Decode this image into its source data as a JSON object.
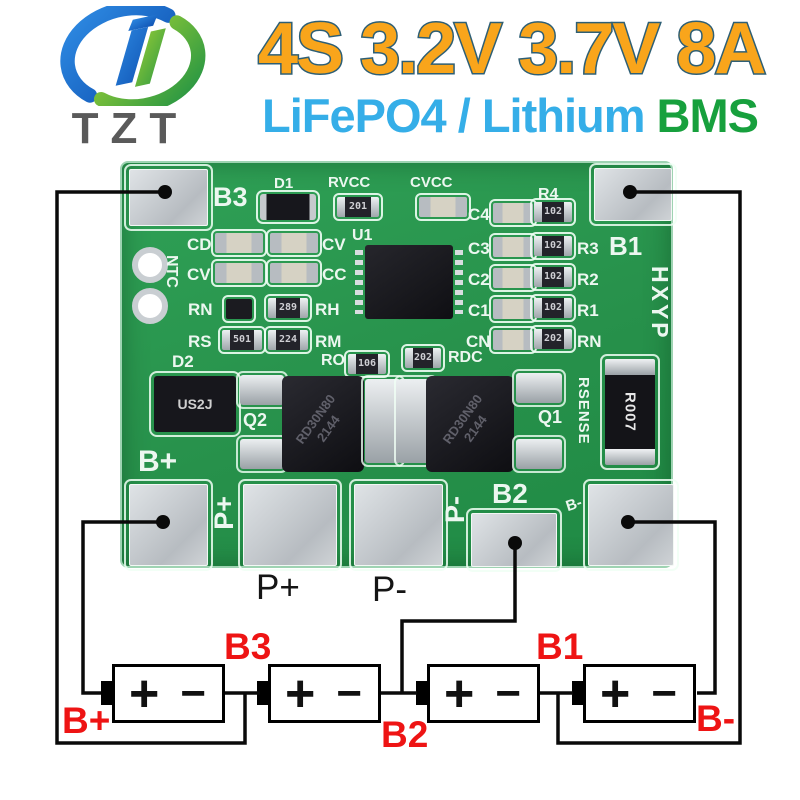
{
  "header": {
    "logo_text": "TZT",
    "title_line1": "4S 3.2V 3.7V 8A",
    "title_line2_blue": "LiFePO4 / Lithium",
    "title_line2_green": "BMS",
    "colors": {
      "title_fill": "#F9A51B",
      "title_stroke": "#2E5F75",
      "blue": "#35AEE8",
      "green": "#17A03D",
      "red": "#EE1414",
      "pcb_green": "#27914B"
    }
  },
  "board": {
    "silkscreen": {
      "b3": "B3",
      "b1": "B1",
      "b2": "B2",
      "b_plus": "B+",
      "b_minus": "B-",
      "p_plus": "P+",
      "p_minus": "P-",
      "ntc": "NTC",
      "hxyp": "HXYP",
      "u1": "U1",
      "d1": "D1",
      "d2": "D2",
      "q1": "Q1",
      "q2": "Q2",
      "rvcc": "RVCC",
      "cvcc": "CVCC",
      "rsense": "RSENSE",
      "rdc": "RDC",
      "ro": "RO",
      "rn_left": "RN",
      "rh": "RH",
      "rs": "RS",
      "rm": "RM",
      "cd": "CD",
      "cv_a": "CV",
      "cv_b": "CV",
      "cc": "CC"
    },
    "right_rows": [
      {
        "cap": "C4",
        "res_label": "R4",
        "code": "102"
      },
      {
        "cap": "C3",
        "res_label": "R3",
        "code": "102"
      },
      {
        "cap": "C2",
        "res_label": "R2",
        "code": "102"
      },
      {
        "cap": "C1",
        "res_label": "R1",
        "code": "102"
      },
      {
        "cap": "CN",
        "res_label": "RN",
        "code": "202"
      }
    ],
    "codes": {
      "rvcc": "201",
      "rh": "289",
      "rs": "501",
      "rm": "224",
      "ro": "106",
      "rdc": "202",
      "shunt": "R007",
      "diode2": "US2J",
      "mosfet": "RD30N80",
      "mosfet_batch": "2144"
    }
  },
  "photo_labels": {
    "p_plus": "P+",
    "p_minus": "P-"
  },
  "diagram": {
    "labels": {
      "b_plus": "B+",
      "b3": "B3",
      "b2": "B2",
      "b1": "B1",
      "b_minus": "B-"
    },
    "battery_plus": "+",
    "battery_minus": "−"
  }
}
